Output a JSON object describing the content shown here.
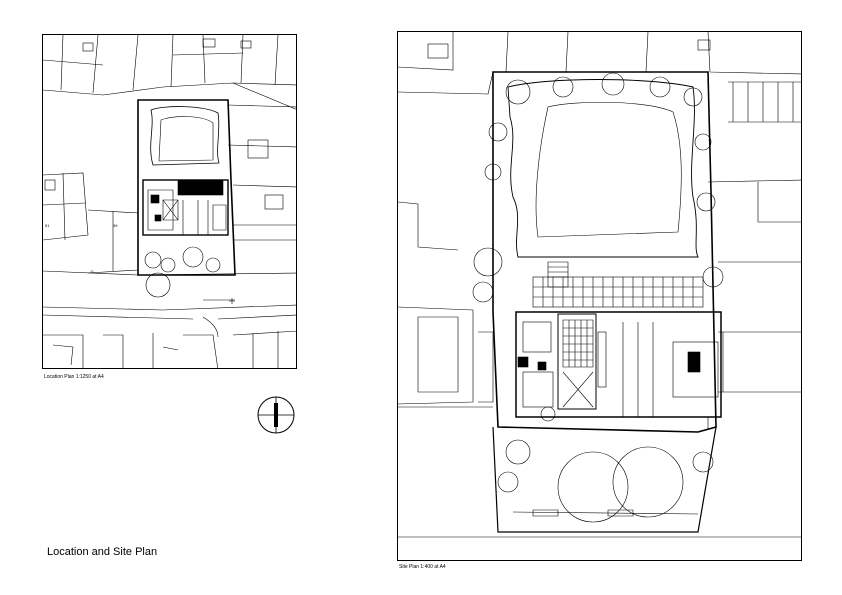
{
  "sheet_title": "Location and Site Plan",
  "location_plan": {
    "caption": "Location Plan 1:1250 at A4",
    "plot_labels": [
      "11",
      "51",
      "39"
    ]
  },
  "site_plan": {
    "caption": "Site Plan 1:400 at A4"
  },
  "compass_icon": "north-point-icon"
}
